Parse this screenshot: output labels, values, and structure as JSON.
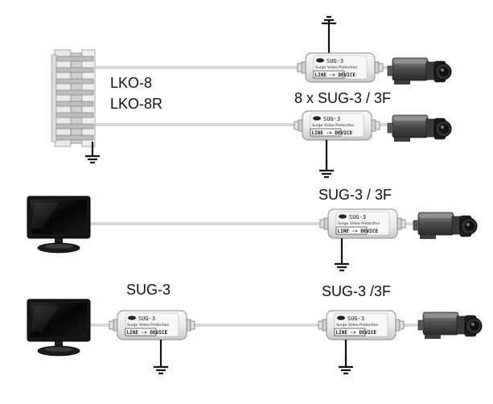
{
  "labels": {
    "panel_line1": "LKO-8",
    "panel_line2": "LKO-8R",
    "row1_protector": "8 x SUG-3 / 3F",
    "row3_protector": "SUG-3 / 3F",
    "row4_left_protector": "SUG-3",
    "row4_right_protector": "SUG-3 /3F"
  },
  "device_face": {
    "model": "SUG-3",
    "subtitle": "Surge Video Protection",
    "direction": "LINE -> DEVICE"
  },
  "colors": {
    "cable": "#d6d6d6",
    "device_body": "#ececec",
    "ground": "#111111",
    "camera_body": "#5a5a5a",
    "monitor_screen": "#0c0c0c"
  },
  "icons": [
    "surge-protector-icon",
    "camera-icon",
    "monitor-icon",
    "ground-symbol-icon",
    "patch-panel-icon"
  ]
}
